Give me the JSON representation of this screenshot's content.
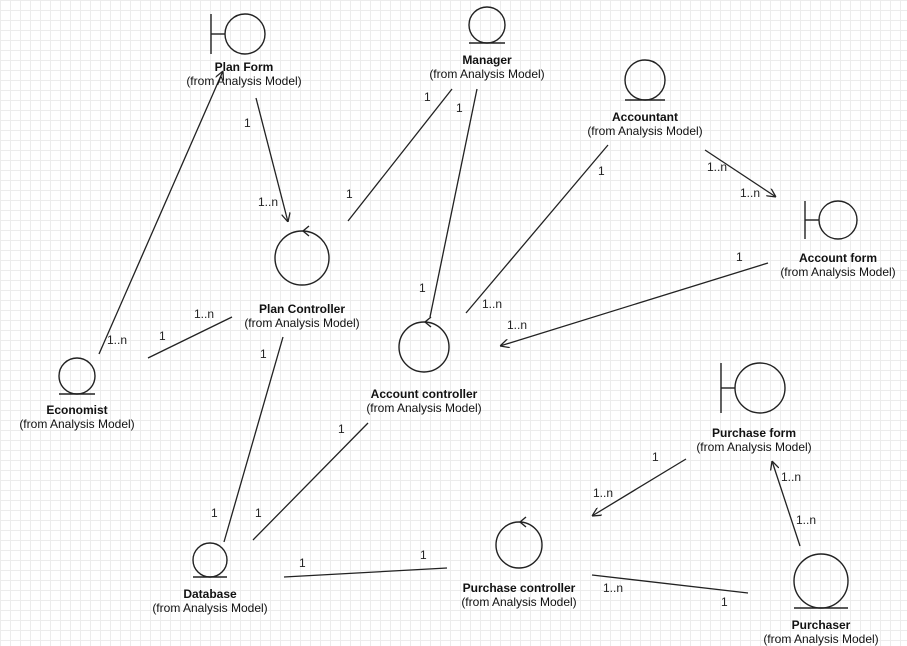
{
  "subtitle": "(from Analysis Model)",
  "elements": {
    "plan_form": {
      "name": "Plan Form",
      "type": "boundary"
    },
    "manager": {
      "name": "Manager",
      "type": "entity"
    },
    "accountant": {
      "name": "Accountant",
      "type": "entity"
    },
    "account_form": {
      "name": "Account form",
      "type": "boundary"
    },
    "plan_controller": {
      "name": "Plan Controller",
      "type": "control"
    },
    "account_controller": {
      "name": "Account controller",
      "type": "control"
    },
    "economist": {
      "name": "Economist",
      "type": "entity"
    },
    "purchase_form": {
      "name": "Purchase form",
      "type": "boundary"
    },
    "database": {
      "name": "Database",
      "type": "entity"
    },
    "purchase_controller": {
      "name": "Purchase controller",
      "type": "control"
    },
    "purchaser": {
      "name": "Purchaser",
      "type": "entity"
    }
  },
  "associations": [
    {
      "from": "economist",
      "to": "plan_form",
      "navigable": true,
      "from_mult": "1..n",
      "to_mult": ""
    },
    {
      "from": "plan_form",
      "to": "plan_controller",
      "navigable": true,
      "from_mult": "1",
      "to_mult": "1..n"
    },
    {
      "from": "plan_controller",
      "to": "manager",
      "navigable": false,
      "from_mult": "1",
      "to_mult": "1"
    },
    {
      "from": "account_controller",
      "to": "manager",
      "navigable": false,
      "from_mult": "1",
      "to_mult": "1"
    },
    {
      "from": "accountant",
      "to": "account_form",
      "navigable": true,
      "from_mult": "1..n",
      "to_mult": "1..n"
    },
    {
      "from": "account_controller",
      "to": "accountant",
      "navigable": false,
      "from_mult": "1..n",
      "to_mult": "1"
    },
    {
      "from": "account_form",
      "to": "account_controller",
      "navigable": true,
      "from_mult": "1",
      "to_mult": "1..n"
    },
    {
      "from": "economist",
      "to": "plan_controller",
      "navigable": false,
      "from_mult": "1",
      "to_mult": "1..n"
    },
    {
      "from": "database",
      "to": "plan_controller",
      "navigable": false,
      "from_mult": "1",
      "to_mult": "1"
    },
    {
      "from": "database",
      "to": "account_controller",
      "navigable": false,
      "from_mult": "1",
      "to_mult": "1"
    },
    {
      "from": "database",
      "to": "purchase_controller",
      "navigable": false,
      "from_mult": "1",
      "to_mult": "1"
    },
    {
      "from": "purchase_form",
      "to": "purchase_controller",
      "navigable": true,
      "from_mult": "1",
      "to_mult": "1..n"
    },
    {
      "from": "purchase_controller",
      "to": "purchaser",
      "navigable": false,
      "from_mult": "1..n",
      "to_mult": "1"
    },
    {
      "from": "purchaser",
      "to": "purchase_form",
      "navigable": true,
      "from_mult": "1..n",
      "to_mult": "1..n"
    }
  ]
}
